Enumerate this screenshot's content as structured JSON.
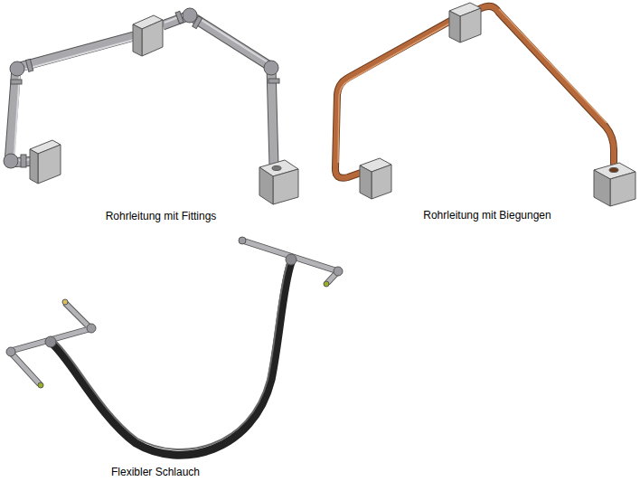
{
  "diagram": {
    "labels": [
      "Rohrleitung mit Fittings",
      "Rohrleitung mit Biegungen",
      "Flexibler Schlauch"
    ]
  }
}
